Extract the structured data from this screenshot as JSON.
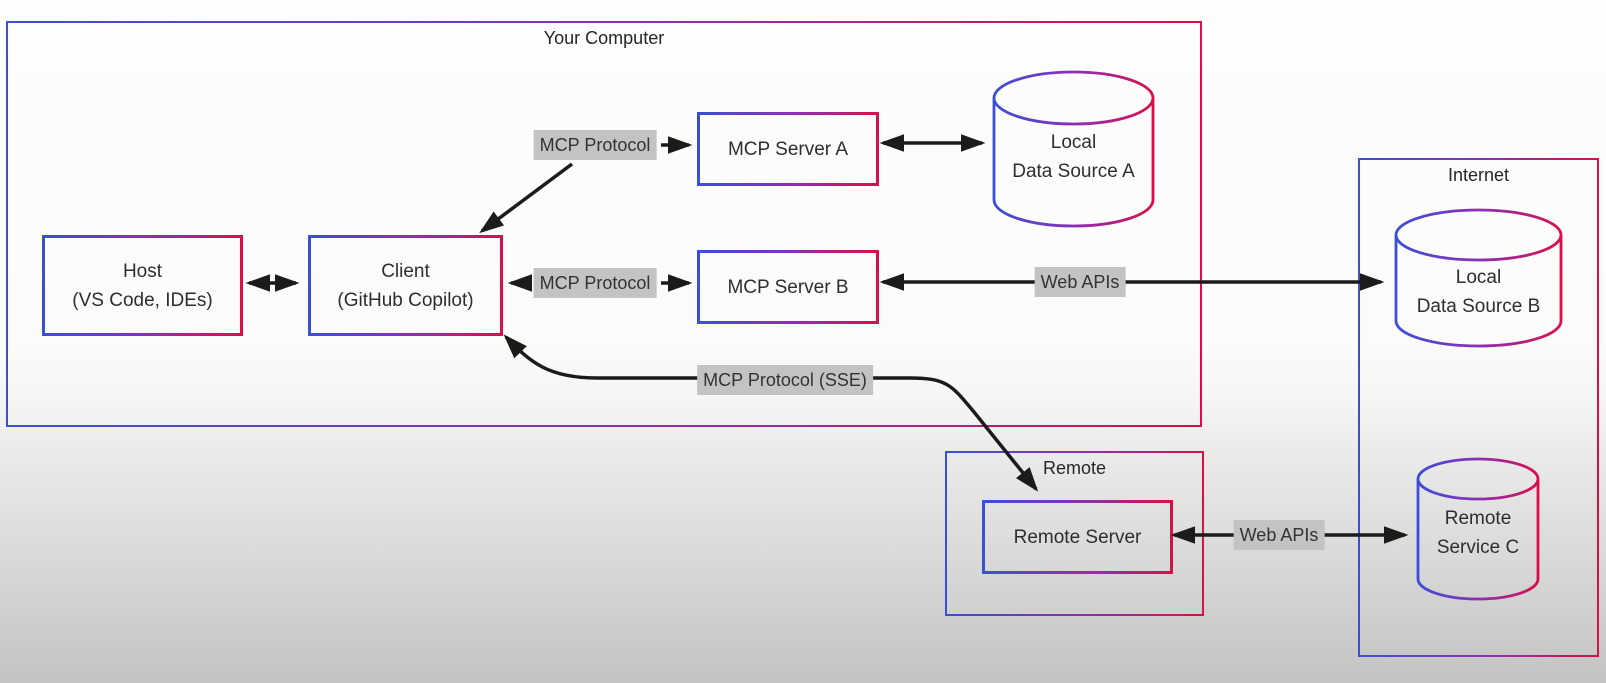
{
  "containers": {
    "your_computer": {
      "label": "Your Computer"
    },
    "internet": {
      "label": "Internet"
    },
    "remote": {
      "label": "Remote"
    }
  },
  "nodes": {
    "host": {
      "line1": "Host",
      "line2": "(VS Code, IDEs)"
    },
    "client": {
      "line1": "Client",
      "line2": "(GitHub Copilot)"
    },
    "mcp_server_a": {
      "label": "MCP Server A"
    },
    "mcp_server_b": {
      "label": "MCP Server B"
    },
    "remote_server": {
      "label": "Remote Server"
    }
  },
  "datastores": {
    "local_data_source_a": {
      "line1": "Local",
      "line2": "Data Source A"
    },
    "local_data_source_b": {
      "line1": "Local",
      "line2": "Data Source B"
    },
    "remote_service_c": {
      "line1": "Remote",
      "line2": "Service C"
    }
  },
  "edge_labels": {
    "client_server_a_protocol": "MCP Protocol",
    "client_server_b_protocol": "MCP Protocol",
    "server_b_web_apis": "Web APIs",
    "client_remote_sse": "MCP Protocol (SSE)",
    "remote_web_apis": "Web APIs"
  },
  "colors": {
    "border_blue": "#3a4fd8",
    "border_purple": "#8b2fb8",
    "border_red": "#d8104a",
    "edge_label_bg": "#c3c3c3",
    "arrow_black": "#1b1b1b",
    "text_dark": "#2e2e2e"
  }
}
